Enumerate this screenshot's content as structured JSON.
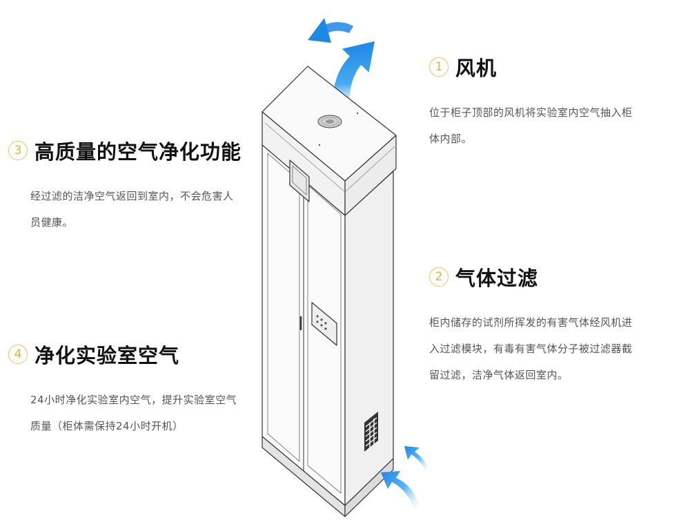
{
  "features": [
    {
      "num": "1",
      "title": "风机",
      "desc": "位于柜子顶部的风机将实验室内空气抽入柜体内部。"
    },
    {
      "num": "2",
      "title": "气体过滤",
      "desc": "柜内储存的试剂所挥发的有害气体经风机进入过滤模块，有毒有害气体分子被过滤器截留过滤，洁净气体返回室内。"
    },
    {
      "num": "3",
      "title": "高质量的空气净化功能",
      "desc": "经过滤的洁净空气返回到室内，不会危害人员健康。"
    },
    {
      "num": "4",
      "title": "净化实验室空气",
      "desc": "24小时净化实验室内空气，提升实验室空气质量（柜体需保持24小时开机）"
    }
  ],
  "colors": {
    "accent": "#d9b53c",
    "arrow": "#1e90e0",
    "outline": "#333333"
  },
  "icons": [
    "airflow-arrow-icon",
    "fan-vent-icon",
    "air-inlet-grille-icon"
  ]
}
